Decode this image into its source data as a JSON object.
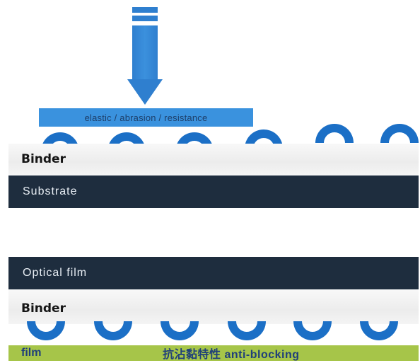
{
  "colors": {
    "arrow": "#2f7fcf",
    "plate": "#3a92de",
    "bead": "#1b6fc6",
    "dark_layer": "#1e2d3e",
    "film": "#a6c549",
    "film_text": "#1f3f7a"
  },
  "top_section": {
    "plate_label": "elastic / abrasion / resistance",
    "binder_label": "Binder",
    "substrate_label": "Substrate"
  },
  "bottom_section": {
    "optical_film_label": "Optical film",
    "binder_label": "Binder",
    "film_label": "film",
    "film_description": "抗沾黏特性 anti-blocking"
  }
}
